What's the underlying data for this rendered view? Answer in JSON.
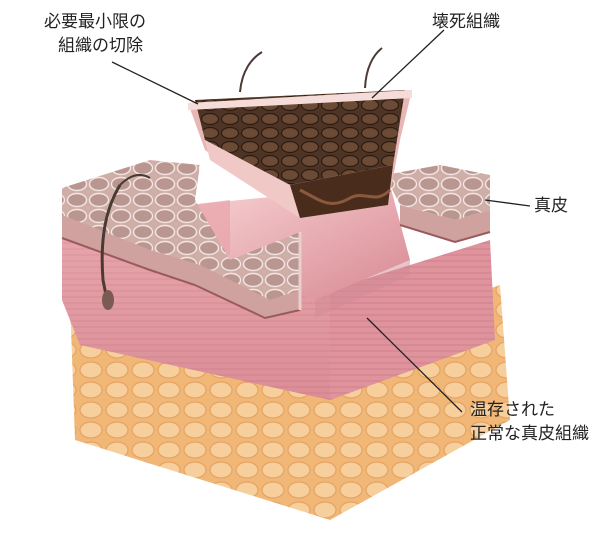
{
  "labels": {
    "minimal_excision": [
      "必要最小限の",
      "組織の切除"
    ],
    "necrotic_tissue": "壊死組織",
    "dermis": "真皮",
    "preserved_dermis": [
      "温存された",
      "正常な真皮組織"
    ]
  },
  "colors": {
    "epidermis_top": "#c8a7a1",
    "dermis": "#e39aa2",
    "fat": "#f4c58c",
    "necrotic": "#5a3a28",
    "leader_line": "#222222"
  }
}
